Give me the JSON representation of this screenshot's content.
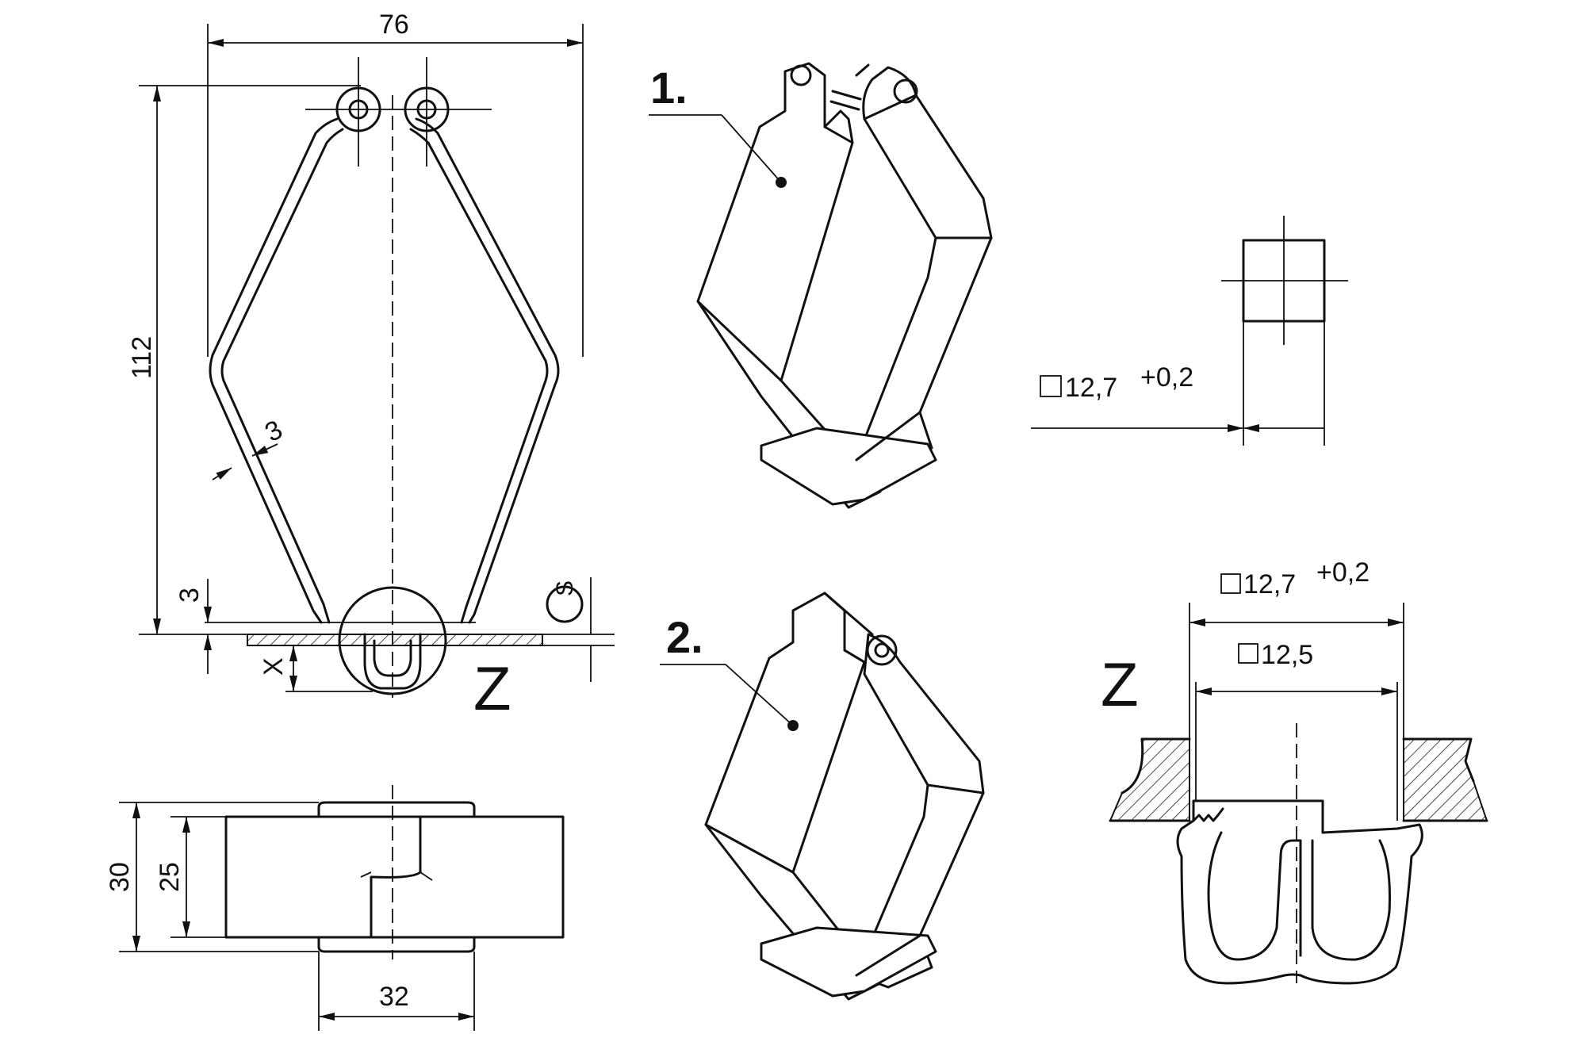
{
  "dimensions": {
    "width_top": "76",
    "height_left": "112",
    "wire_thickness": "3",
    "base_thickness": "3",
    "offset_x": "X",
    "side_height_outer": "30",
    "side_height_inner": "25",
    "side_width": "32",
    "square_upper_size": "12,7",
    "square_upper_tol": "+0,2",
    "square_lower_size": "12,7",
    "square_lower_tol": "+0,2",
    "square_lower_inner": "12,5"
  },
  "symbols": {
    "square_glyph": "□",
    "s_circle": "S"
  },
  "labels": {
    "detail_z_left": "Z",
    "detail_z_right": "Z",
    "variant_1": "1.",
    "variant_2": "2."
  }
}
